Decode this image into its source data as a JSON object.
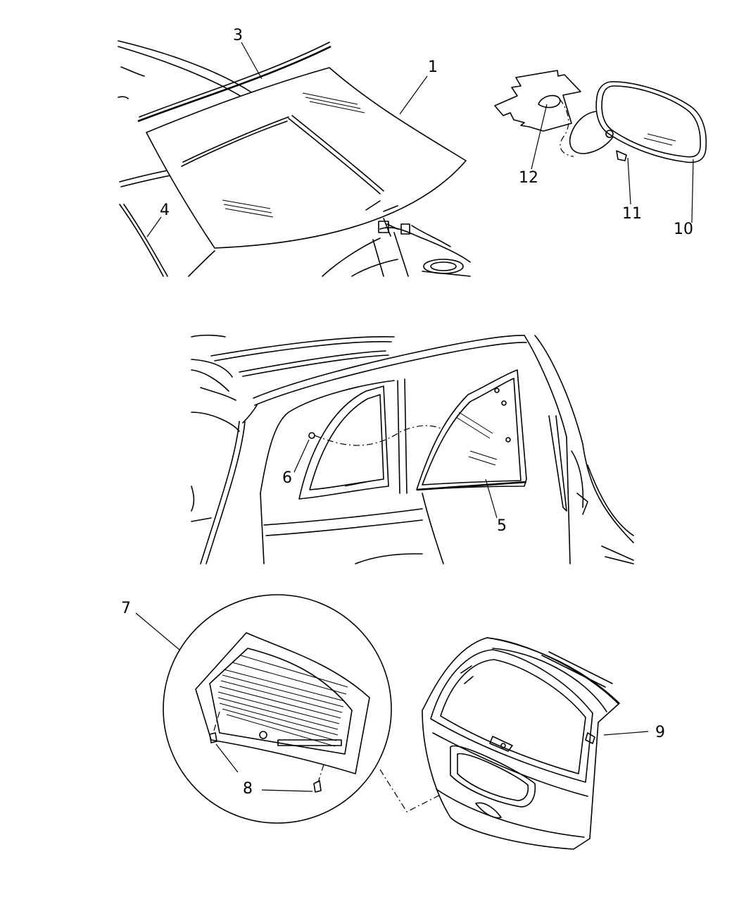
{
  "callouts": {
    "c1": "1",
    "c3": "3",
    "c4": "4",
    "c5": "5",
    "c6": "6",
    "c7": "7",
    "c8": "8",
    "c9": "9",
    "c10": "10",
    "c11": "11",
    "c12": "12"
  },
  "panels": [
    "windshield-view",
    "rear-quarter-glass-view",
    "liftgate-glass-view",
    "rear-view-mirror-view"
  ]
}
